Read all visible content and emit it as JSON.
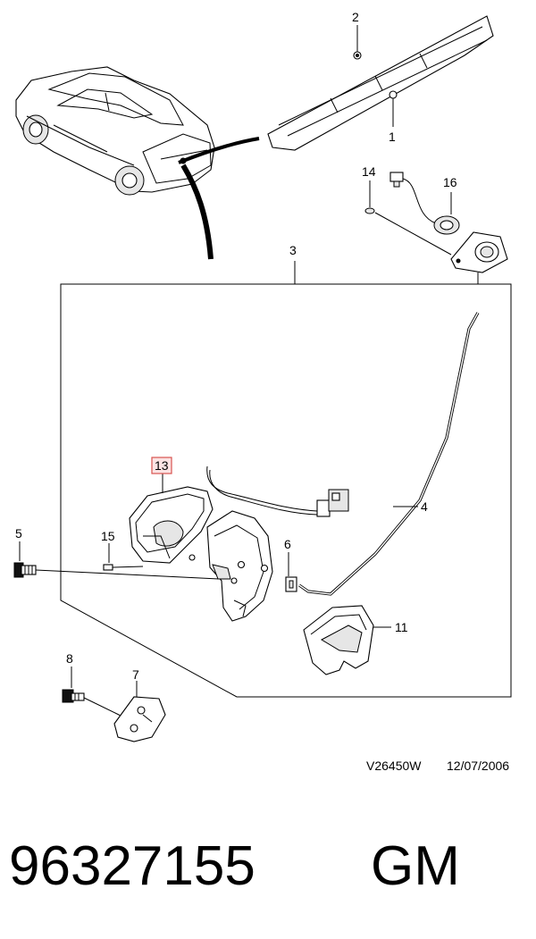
{
  "diagram": {
    "callouts": [
      {
        "id": "2",
        "label": "2"
      },
      {
        "id": "1",
        "label": "1"
      },
      {
        "id": "14",
        "label": "14"
      },
      {
        "id": "16",
        "label": "16"
      },
      {
        "id": "3",
        "label": "3"
      },
      {
        "id": "13",
        "label": "13",
        "highlighted": true
      },
      {
        "id": "4",
        "label": "4"
      },
      {
        "id": "5",
        "label": "5"
      },
      {
        "id": "15",
        "label": "15"
      },
      {
        "id": "6",
        "label": "6"
      },
      {
        "id": "11",
        "label": "11"
      },
      {
        "id": "8",
        "label": "8"
      },
      {
        "id": "7",
        "label": "7"
      }
    ],
    "highlight_color": "#d9534f",
    "highlight_fill": "#fbe3e3",
    "reference": {
      "code": "V26450W",
      "date": "12/07/2006"
    }
  },
  "part": {
    "number": "96327155",
    "brand": "GM"
  }
}
